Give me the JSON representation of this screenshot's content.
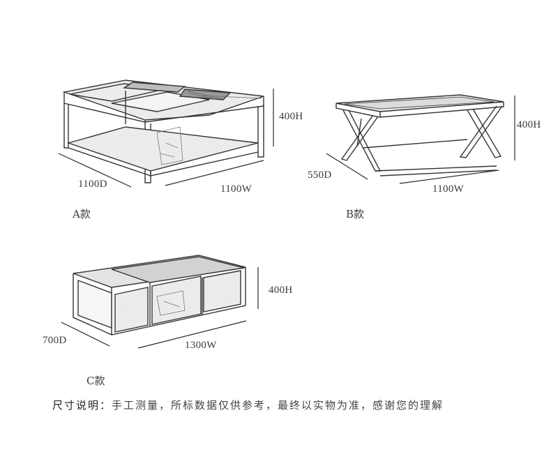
{
  "items": [
    {
      "label": "A款",
      "depth": "1100D",
      "width": "1100W",
      "height": "400H"
    },
    {
      "label": "B款",
      "depth": "550D",
      "width": "1100W",
      "height": "400H"
    },
    {
      "label": "C款",
      "depth": "700D",
      "width": "1300W",
      "height": "400H"
    }
  ],
  "note": {
    "lead": "尺寸说明：",
    "text": "手工测量，所标数据仅供参考，最终以实物为准，感谢您的理解"
  },
  "colors": {
    "line": "#2a2a2a",
    "sketch": "#555555",
    "fill": "#e6e6e6"
  }
}
